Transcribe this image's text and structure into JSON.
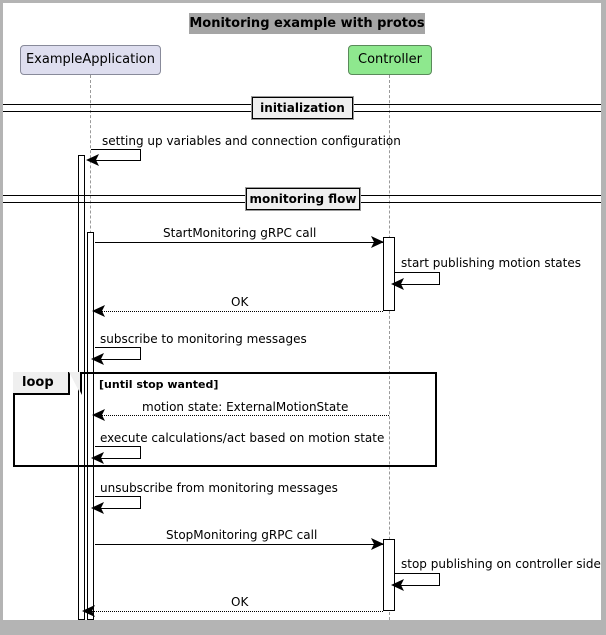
{
  "diagram": {
    "kind": "sequence-diagram",
    "title": "Monitoring example with protos",
    "title_bg": "#a5a5a5",
    "canvas_bg": "#ffffff",
    "frame_bg": "#b4b4b4"
  },
  "participants": [
    {
      "id": "app",
      "label": "ExampleApplication",
      "fill": "#dedeef",
      "stroke": "#888a9a"
    },
    {
      "id": "ctrl",
      "label": "Controller",
      "fill": "#8ee88e",
      "stroke": "#5a8a5a"
    }
  ],
  "dividers": [
    {
      "id": "init",
      "label": "initialization"
    },
    {
      "id": "flow",
      "label": "monitoring flow"
    }
  ],
  "fragments": [
    {
      "id": "loop",
      "label": "loop",
      "guard": "[until stop wanted]"
    }
  ],
  "messages": [
    {
      "id": "m1",
      "label": "setting up variables and connection configuration",
      "from": "app",
      "to": "app",
      "kind": "self",
      "style": "solid"
    },
    {
      "id": "m2",
      "label": "StartMonitoring gRPC call",
      "from": "app",
      "to": "ctrl",
      "kind": "call",
      "style": "solid"
    },
    {
      "id": "m3",
      "label": "start publishing motion states",
      "from": "ctrl",
      "to": "ctrl",
      "kind": "self",
      "style": "solid"
    },
    {
      "id": "m4",
      "label": "OK",
      "from": "ctrl",
      "to": "app",
      "kind": "return",
      "style": "dotted"
    },
    {
      "id": "m5",
      "label": "subscribe to monitoring messages",
      "from": "app",
      "to": "app",
      "kind": "self",
      "style": "solid"
    },
    {
      "id": "m6",
      "label": "motion state: ExternalMotionState",
      "from": "ctrl",
      "to": "app",
      "kind": "return",
      "style": "dotted"
    },
    {
      "id": "m7",
      "label": "execute calculations/act based on motion state",
      "from": "app",
      "to": "app",
      "kind": "self",
      "style": "solid"
    },
    {
      "id": "m8",
      "label": "unsubscribe from monitoring messages",
      "from": "app",
      "to": "app",
      "kind": "self",
      "style": "solid"
    },
    {
      "id": "m9",
      "label": "StopMonitoring gRPC call",
      "from": "app",
      "to": "ctrl",
      "kind": "call",
      "style": "solid"
    },
    {
      "id": "m10",
      "label": "stop publishing on controller side",
      "from": "ctrl",
      "to": "ctrl",
      "kind": "self",
      "style": "solid"
    },
    {
      "id": "m11",
      "label": "OK",
      "from": "ctrl",
      "to": "app",
      "kind": "return",
      "style": "dotted"
    }
  ]
}
